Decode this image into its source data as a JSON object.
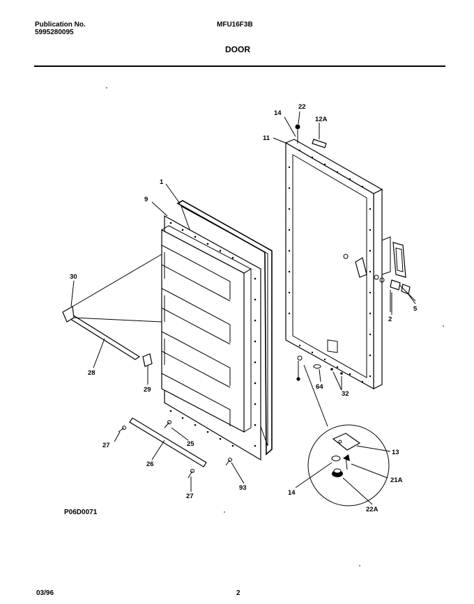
{
  "header": {
    "publication_label": "Publication No.",
    "publication_number": "5995280095",
    "model": "MFU16F3B",
    "section_title": "DOOR"
  },
  "diagram": {
    "drawing_id": "P06D0071",
    "callouts": [
      "22",
      "14",
      "12A",
      "11",
      "1",
      "9",
      "30",
      "28",
      "29",
      "5",
      "2",
      "64",
      "32",
      "27",
      "25",
      "26",
      "93",
      "27",
      "13",
      "21A",
      "14",
      "22A"
    ]
  },
  "footer": {
    "date": "03/96",
    "page": "2"
  }
}
